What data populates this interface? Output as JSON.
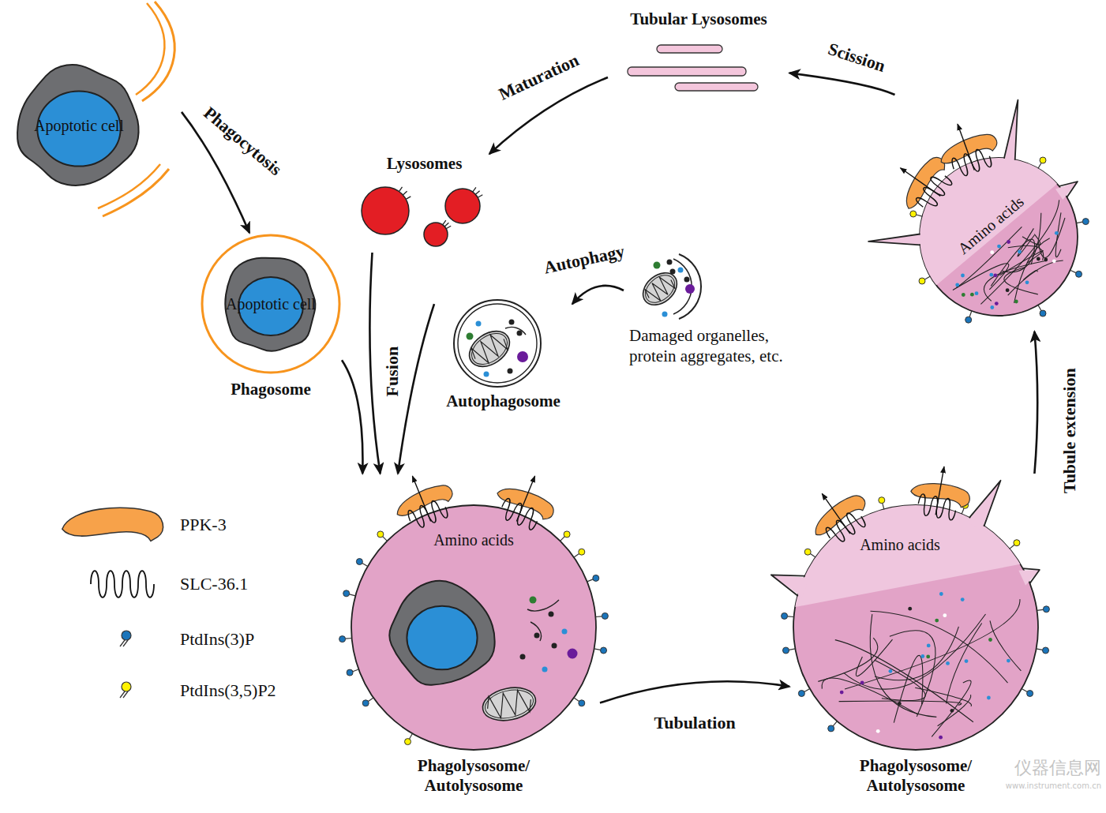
{
  "diagram": {
    "nodes": [
      {
        "text": [
          "Apoptotic cell"
        ]
      },
      {
        "text": [
          "Phagosome"
        ]
      },
      {
        "text": [
          "Apoptotic cell"
        ],
        "in": 1
      },
      {
        "text": [
          "Lysosomes"
        ]
      },
      {
        "text": [
          "Tubular Lysosomes"
        ]
      },
      {
        "text": [
          "Autophagosome"
        ]
      },
      {
        "text": [
          "Damaged organelles, protein aggregates, etc."
        ]
      },
      {
        "text": [
          "Amino acids",
          "Phagolysosome/ Autolysosome"
        ]
      },
      {
        "text": [
          "Amino acids",
          "Phagolysosome/ Autolysosome"
        ]
      },
      {
        "text": [
          "Amino acids"
        ]
      }
    ],
    "edges": [
      {
        "from": 0,
        "to": 1,
        "label": "Phagocytosis",
        "arrow": "to"
      },
      {
        "from": 1,
        "to": 7,
        "arrow": "to"
      },
      {
        "from": 3,
        "to": 7,
        "label": "Fusion",
        "arrow": "to"
      },
      {
        "from": 5,
        "to": 7,
        "arrow": "to"
      },
      {
        "from": 6,
        "to": 5,
        "label": "Autophagy",
        "arrow": "to"
      },
      {
        "from": 7,
        "to": 8,
        "label": "Tubulation",
        "arrow": "to"
      },
      {
        "from": 8,
        "to": 9,
        "label": "Tubule extension",
        "arrow": "to"
      },
      {
        "from": 9,
        "to": 4,
        "label": "Scission",
        "arrow": "to"
      },
      {
        "from": 4,
        "to": 3,
        "label": "Maturation",
        "arrow": "to"
      }
    ],
    "labels": [
      "仪器信息网",
      "www.instrument.com.cn"
    ],
    "legend": [
      {
        "text": "PPK-3"
      },
      {
        "text": "SLC-36.1"
      },
      {
        "text": "PtdIns(3)P",
        "color": "#1b75bb"
      },
      {
        "text": "PtdIns(3,5)P2",
        "color": "#fff200"
      }
    ]
  }
}
